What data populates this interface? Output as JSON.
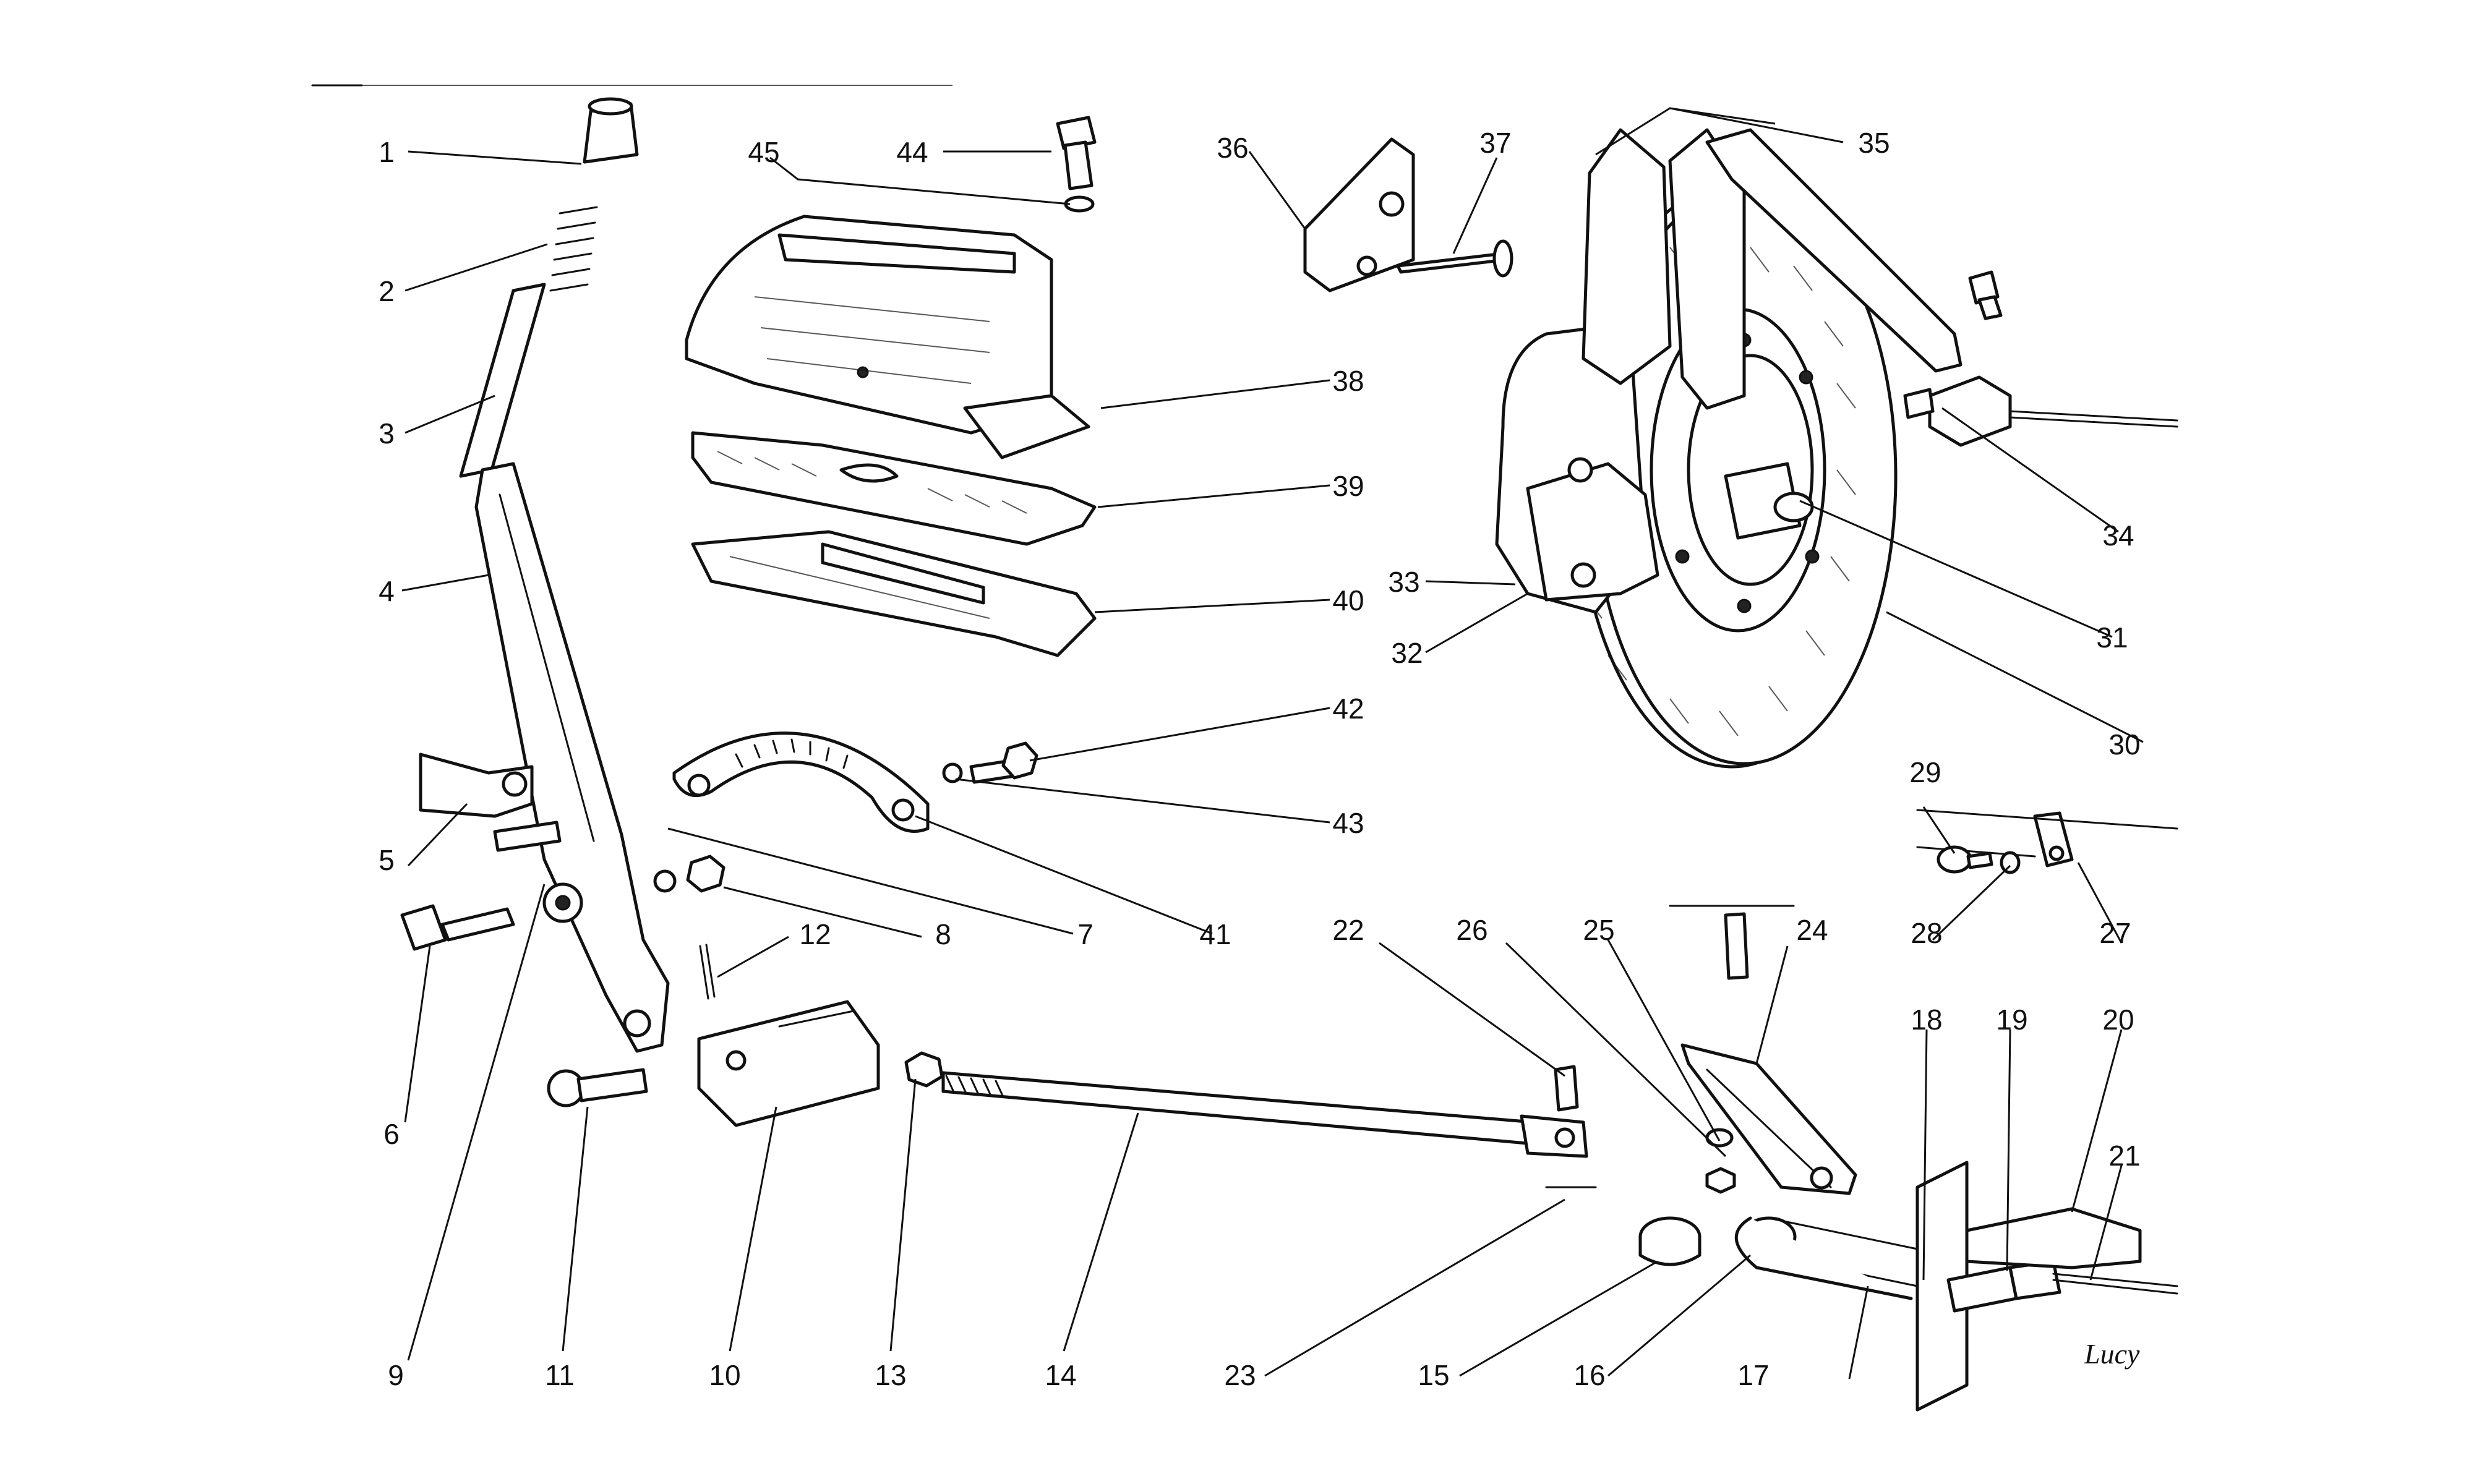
{
  "callouts": [
    "1",
    "2",
    "3",
    "4",
    "5",
    "6",
    "7",
    "8",
    "9",
    "10",
    "11",
    "12",
    "13",
    "14",
    "15",
    "16",
    "17",
    "18",
    "19",
    "20",
    "21",
    "22",
    "23",
    "24",
    "25",
    "26",
    "27",
    "28",
    "29",
    "30",
    "31",
    "32",
    "33",
    "34",
    "35",
    "36",
    "37",
    "38",
    "39",
    "40",
    "41",
    "42",
    "43",
    "44",
    "45"
  ],
  "signature": "Lucy"
}
